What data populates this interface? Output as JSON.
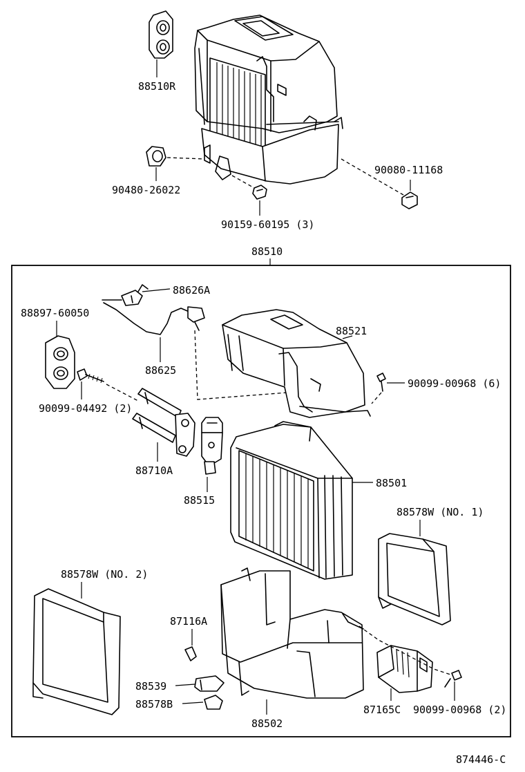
{
  "title": "874446-C",
  "assembly_label": "88510",
  "labels": {
    "l88510R": "88510R",
    "l90480": "90480-26022",
    "l90159": "90159-60195 (3)",
    "l90080": "90080-11168",
    "l88626A": "88626A",
    "l88897": "88897-60050",
    "l88521": "88521",
    "l88625": "88625",
    "l90099a": "90099-00968 (6)",
    "l90099b": "90099-04492 (2)",
    "l88710A": "88710A",
    "l88515": "88515",
    "l88501": "88501",
    "l88578w1": "88578W (NO. 1)",
    "l88578w2": "88578W (NO. 2)",
    "l87116A": "87116A",
    "l88539": "88539",
    "l88578B": "88578B",
    "l88502": "88502",
    "l87165C": "87165C",
    "l90099c": "90099-00968 (2)"
  }
}
